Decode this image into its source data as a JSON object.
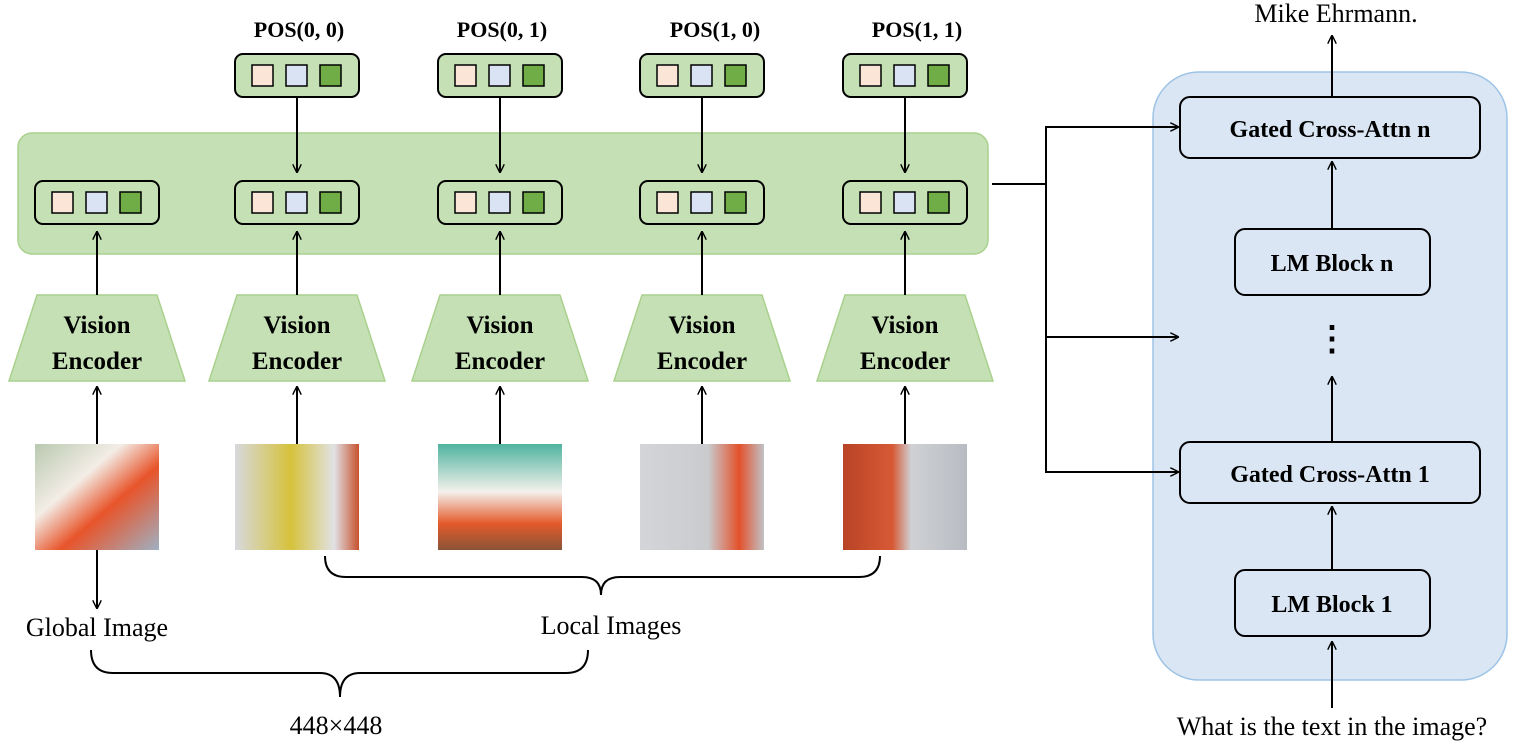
{
  "pos_labels": [
    "POS(0, 0)",
    "POS(0, 1)",
    "POS(1, 0)",
    "POS(1, 1)"
  ],
  "encoder_line1": "Vision",
  "encoder_line2": "Encoder",
  "global_image_label": "Global Image",
  "local_images_label": "Local Images",
  "resolution_label": "448×448",
  "lm_stack": {
    "top_block": "Gated Cross-Attn n",
    "lm_block_n": "LM Block n",
    "ellipsis": "⋮",
    "cross_attn_1": "Gated Cross-Attn 1",
    "lm_block_1": "LM Block 1"
  },
  "output_text": "Mike Ehrmann.",
  "question_text": "What is the text in the image?",
  "colors": {
    "green_panel": "#c5e0b4",
    "green_border": "#a9d18e",
    "blue_panel": "#dae6f3",
    "blue_border": "#9dc3e6",
    "token_peach": "#fbe5d6",
    "token_blue": "#dae3f3",
    "token_green": "#70ad47"
  }
}
